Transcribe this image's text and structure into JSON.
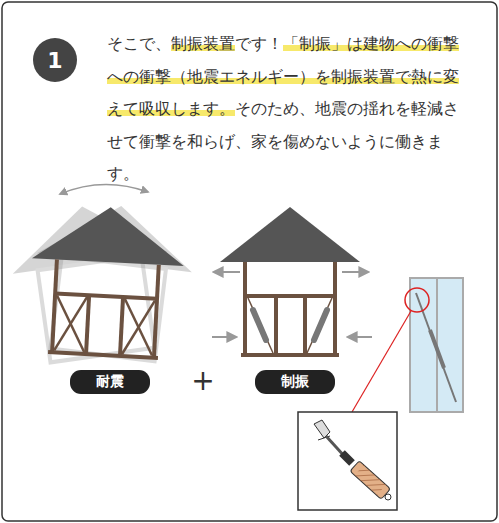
{
  "diagram": {
    "nodes": [
      {
        "text": [
          "1"
        ]
      },
      {
        "text": [
          "耐震"
        ]
      },
      {
        "text": [
          "制振"
        ]
      }
    ],
    "labels": [
      "そこで、制振装置です！「制振」は建物への衝撃への衝撃（地震エネルギー）を制振装置で熱に変えて吸収します。そのため、地震の揺れを軽減させて衝撃を和らげ、家を傷めないように働きます。",
      "+"
    ]
  }
}
